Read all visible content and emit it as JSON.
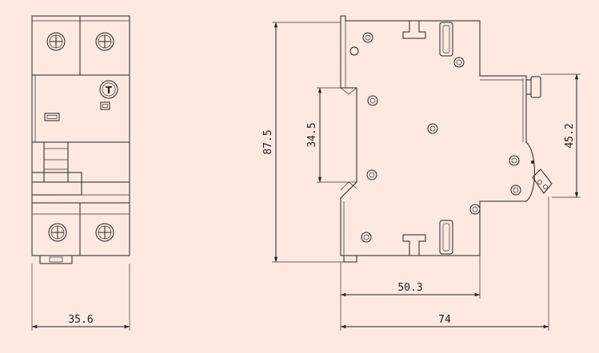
{
  "colors": {
    "background": "#fde9e0",
    "line": "#222222"
  },
  "dimensions": {
    "front_width": "35.6",
    "side_height": "87.5",
    "rail_height": "34.5",
    "toggle_height": "45.2",
    "depth_to_face": "50.3",
    "total_depth": "74"
  },
  "front_view": {
    "test_button_letter": "T"
  }
}
